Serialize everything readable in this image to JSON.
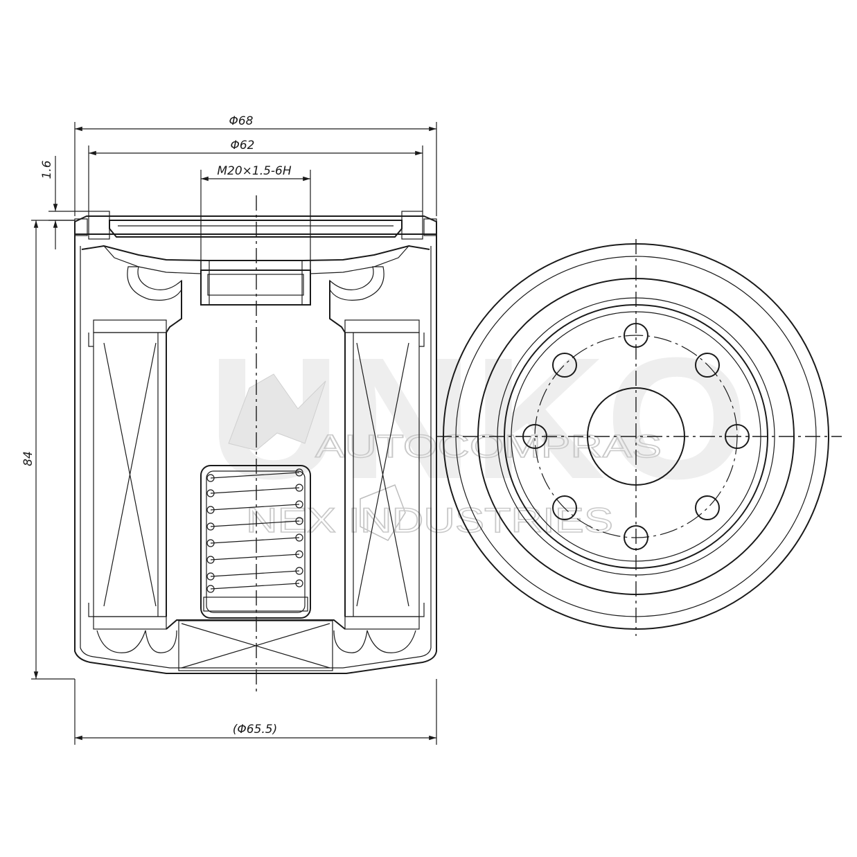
{
  "dimensions": {
    "outer_diameter": "Φ68",
    "gasket_diameter": "Φ62",
    "thread": "M20×1.5-6H",
    "gasket_height": "1.6",
    "height": "84",
    "body_diameter": "(Φ65.5)"
  },
  "watermark": {
    "brand": "UNKO",
    "line1": "AUTOCOMPRAS",
    "line2": "NEX INDUSTRIES"
  },
  "colors": {
    "line": "#1a1a1a",
    "watermark": "#c9c9c9"
  }
}
